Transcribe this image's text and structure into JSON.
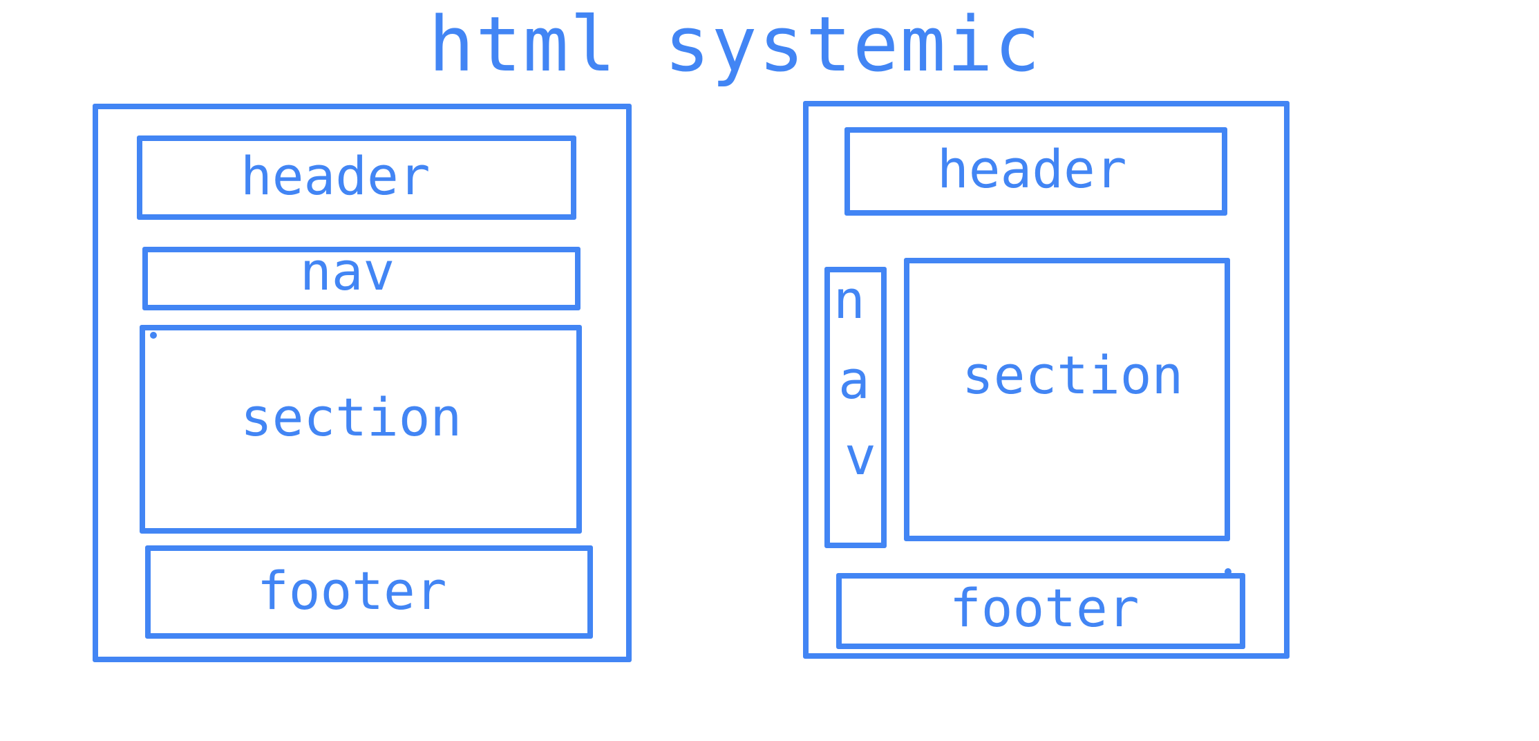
{
  "title": "html systemic",
  "colors": {
    "stroke": "#4285f4",
    "background": "#ffffff"
  },
  "left_layout": {
    "header": "header",
    "nav": "nav",
    "section": "section",
    "footer": "footer"
  },
  "right_layout": {
    "header": "header",
    "nav_letters": [
      "n",
      "a",
      "v"
    ],
    "section": "section",
    "footer": "footer"
  }
}
